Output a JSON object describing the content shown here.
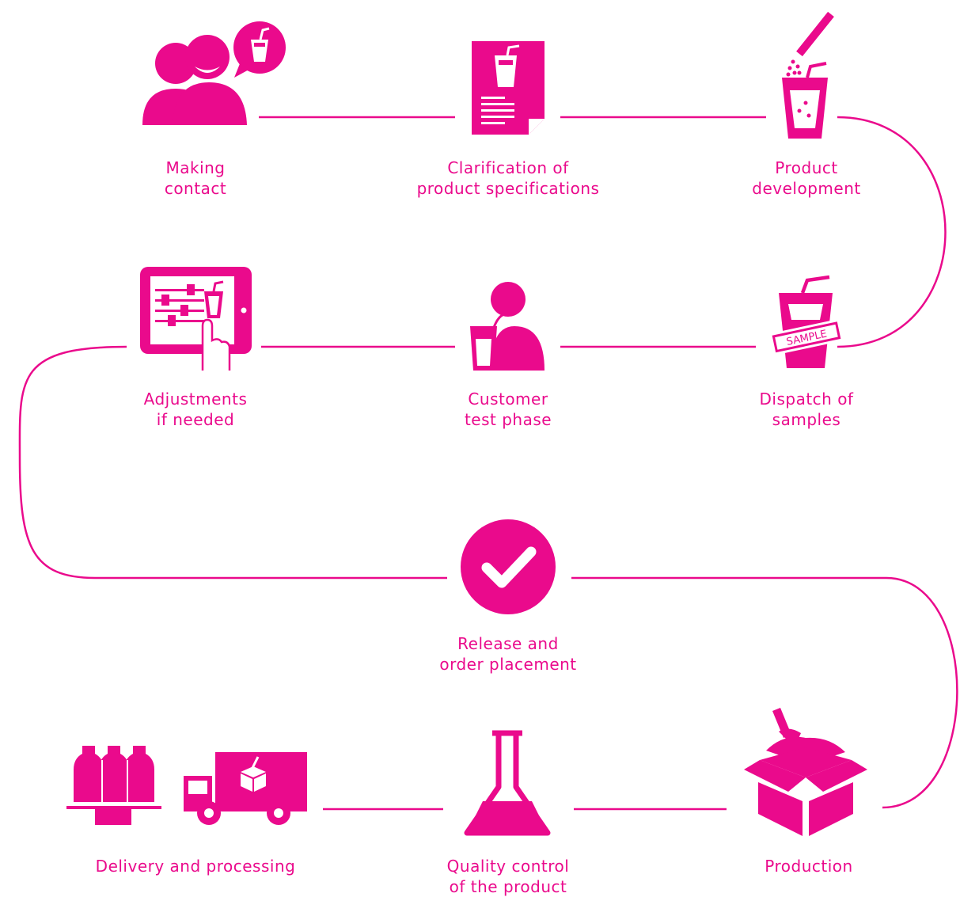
{
  "colors": {
    "accent": "#ea0a8c",
    "background": "#ffffff"
  },
  "steps": [
    {
      "id": "making-contact",
      "icon": "people-chat-icon",
      "label_lines": [
        "Making",
        "contact"
      ]
    },
    {
      "id": "clarification",
      "icon": "spec-document-icon",
      "label_lines": [
        "Clarification of",
        "product specifications"
      ]
    },
    {
      "id": "product-development",
      "icon": "drink-powder-icon",
      "label_lines": [
        "Product",
        "development"
      ]
    },
    {
      "id": "adjustments",
      "icon": "tablet-sliders-icon",
      "label_lines": [
        "Adjustments",
        "if needed"
      ]
    },
    {
      "id": "customer-test",
      "icon": "person-drinking-icon",
      "label_lines": [
        "Customer",
        "test phase"
      ]
    },
    {
      "id": "dispatch-samples",
      "icon": "sample-cup-icon",
      "label_lines": [
        "Dispatch of",
        "samples"
      ],
      "stamp_text": "SAMPLE"
    },
    {
      "id": "release-order",
      "icon": "check-circle-icon",
      "label_lines": [
        "Release and",
        "order placement"
      ]
    },
    {
      "id": "delivery",
      "icon": "bottles-truck-icon",
      "label_lines": [
        "Delivery and processing"
      ]
    },
    {
      "id": "quality-control",
      "icon": "flask-icon",
      "label_lines": [
        "Quality control",
        "of the product"
      ]
    },
    {
      "id": "production",
      "icon": "powder-box-icon",
      "label_lines": [
        "Production"
      ]
    }
  ]
}
